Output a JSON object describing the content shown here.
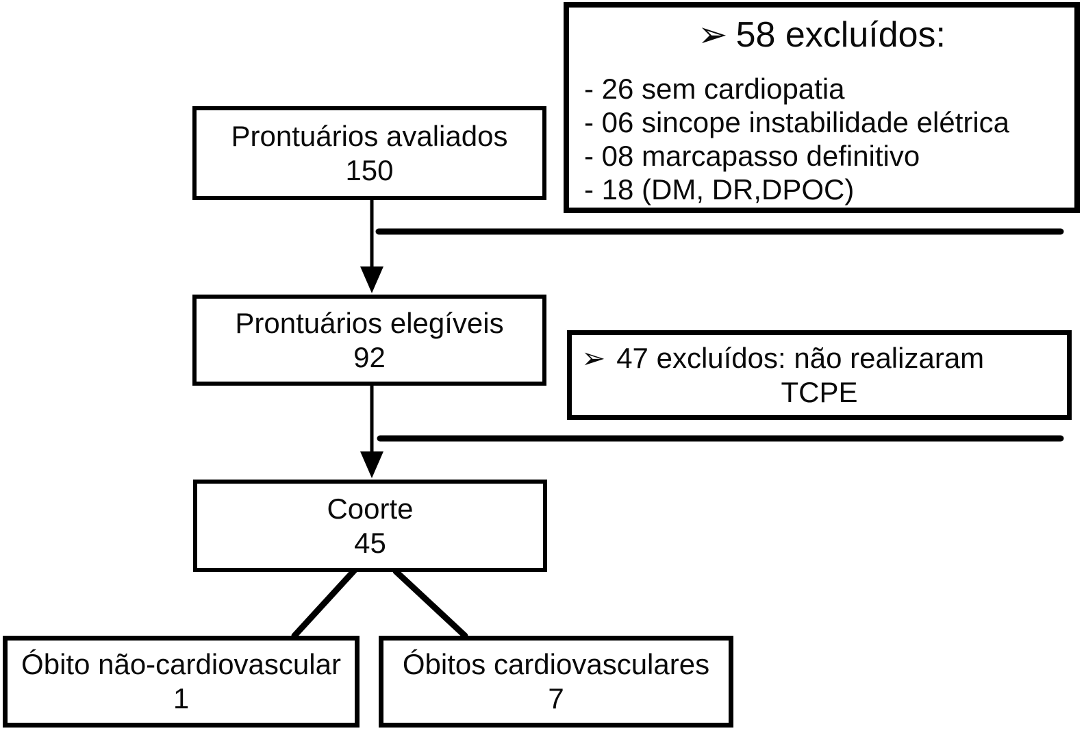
{
  "nodes": {
    "avaliados": {
      "label": "Prontuários avaliados",
      "value": "150"
    },
    "elegiveis": {
      "label": "Prontuários elegíveis",
      "value": "92"
    },
    "coorte": {
      "label": "Coorte",
      "value": "45"
    },
    "obito_nao_cardiovascular": {
      "label": "Óbito não-cardiovascular",
      "value": "1"
    },
    "obitos_cardiovasculares": {
      "label": "Óbitos cardiovasculares",
      "value": "7"
    }
  },
  "exclusions58": {
    "bullet": "➢",
    "title": "58 excluídos:",
    "items": [
      "- 26 sem cardiopatia",
      "- 06 sincope instabilidade elétrica",
      "- 08 marcapasso definitivo",
      "- 18 (DM, DR,DPOC)"
    ]
  },
  "exclusions47": {
    "bullet": "➢",
    "line1": "47 excluídos: não realizaram",
    "line2": "TCPE"
  },
  "colors": {
    "line": "#000000",
    "background": "#ffffff",
    "text": "#0a0a0a"
  }
}
